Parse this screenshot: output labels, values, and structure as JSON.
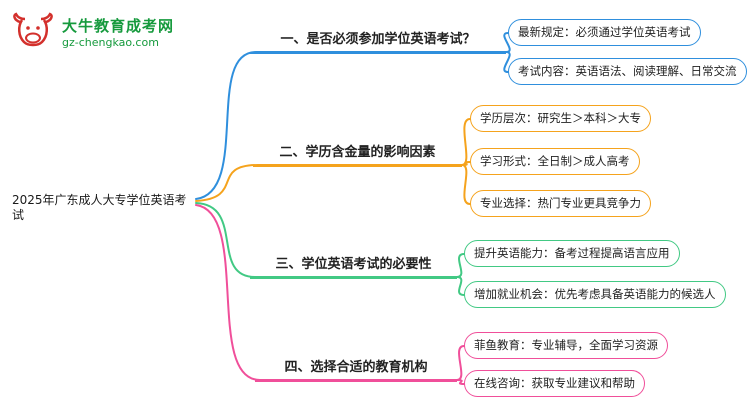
{
  "site": {
    "name": "大牛教育成考网",
    "url": "gz-chengkao.com",
    "brand_color": "#169a3d",
    "logo_icon": "bull-head-icon",
    "logo_color": "#d3302c"
  },
  "root_title": "2025年广东成人大专学位英语考试",
  "branches": [
    {
      "label": "一、是否必须参加学位英语考试？",
      "color": "#2f8fdd",
      "children": [
        "最新规定：必须通过学位英语考试",
        "考试内容：英语语法、阅读理解、日常交流"
      ]
    },
    {
      "label": "二、学历含金量的影响因素",
      "color": "#f5a31d",
      "children": [
        "学历层次：研究生＞本科＞大专",
        "学习形式：全日制＞成人高考",
        "专业选择：热门专业更具竞争力"
      ]
    },
    {
      "label": "三、学位英语考试的必要性",
      "color": "#42c984",
      "children": [
        "提升英语能力：备考过程提高语言应用",
        "增加就业机会：优先考虑具备英语能力的候选人"
      ]
    },
    {
      "label": "四、选择合适的教育机构",
      "color": "#f04f9a",
      "children": [
        "菲鱼教育：专业辅导，全面学习资源",
        "在线咨询：获取专业建议和帮助"
      ]
    }
  ]
}
